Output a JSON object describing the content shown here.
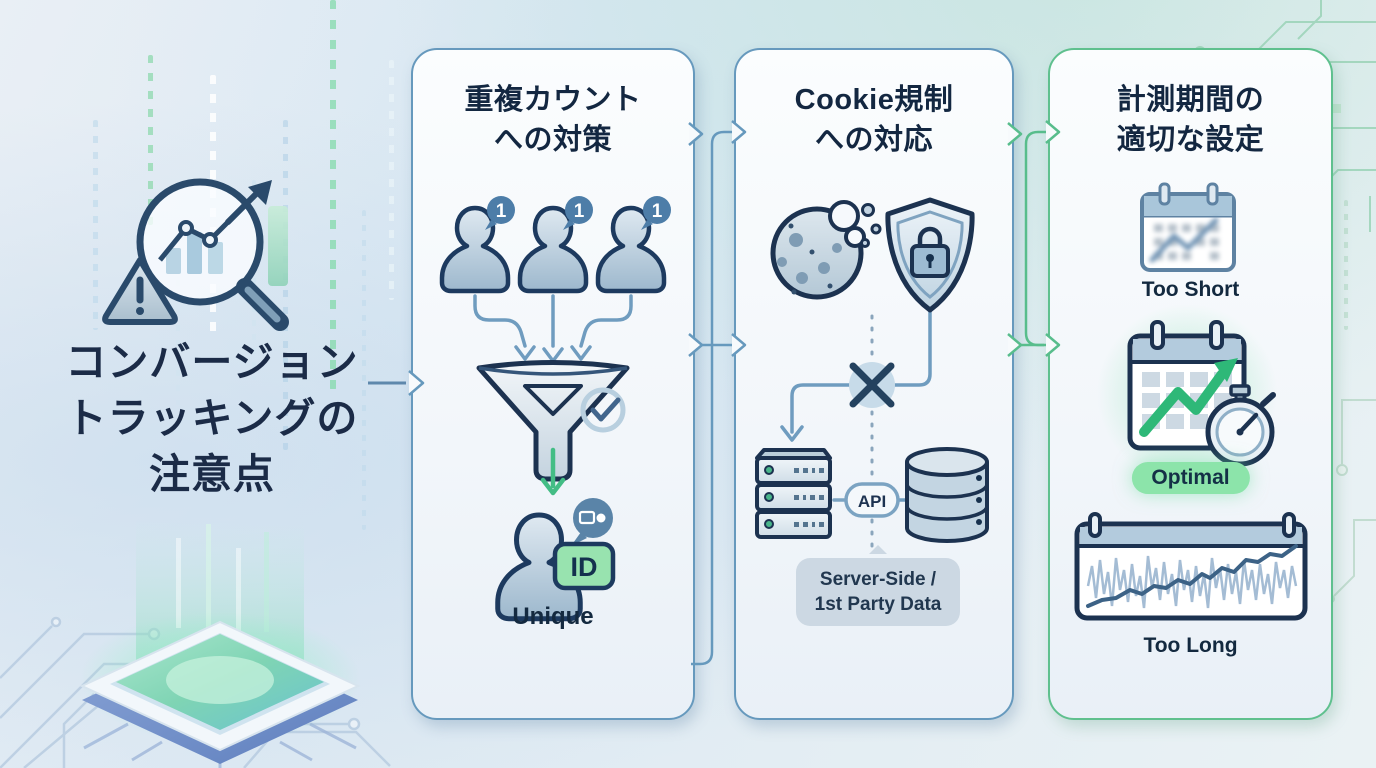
{
  "header": {
    "title_lines": [
      "コンバージョン",
      "トラッキングの",
      "注意点"
    ]
  },
  "cards": [
    {
      "title_lines": [
        "重複カウント",
        "への対策"
      ],
      "badges": [
        "1",
        "1",
        "1"
      ],
      "id_badge": "ID",
      "unique_label": "Unique"
    },
    {
      "title_lines": [
        "Cookie規制",
        "への対応"
      ],
      "api_label": "API",
      "callout_lines": [
        "Server-Side /",
        "1st Party Data"
      ]
    },
    {
      "title_lines": [
        "計測期間の",
        "適切な設定"
      ],
      "too_short_label": "Too Short",
      "optimal_label": "Optimal",
      "too_long_label": "Too Long"
    }
  ],
  "colors": {
    "navy": "#1c3250",
    "card_border_blue": "#6699bd",
    "card_border_green": "#5fc08e",
    "accent_green": "#2eb878",
    "badge_blue": "#4d7da8"
  }
}
